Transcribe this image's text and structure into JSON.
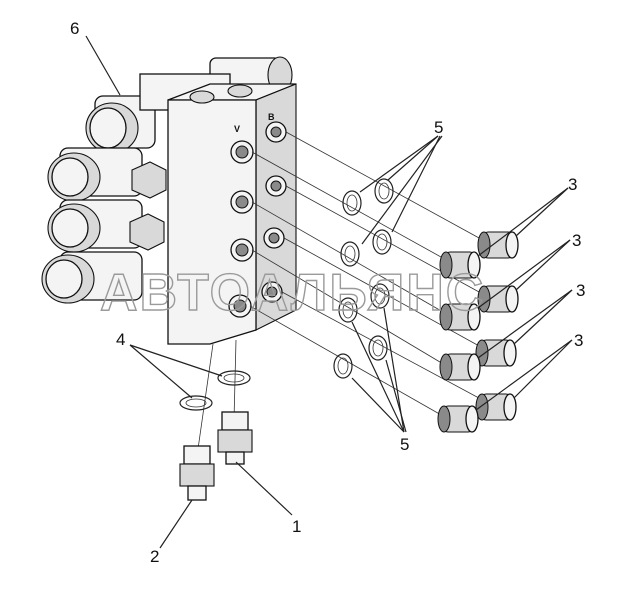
{
  "watermark": "АВТОАЛЬЯНС",
  "callouts": [
    "1",
    "2",
    "3",
    "3",
    "3",
    "3",
    "4",
    "5",
    "5",
    "6"
  ],
  "port_marks": [
    "V",
    "B"
  ]
}
